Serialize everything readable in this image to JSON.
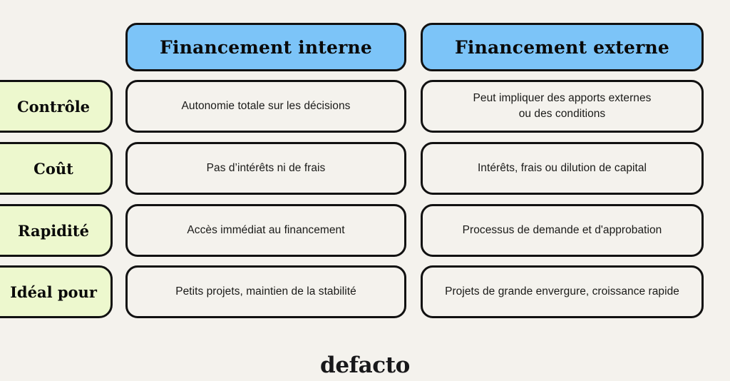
{
  "meta": {
    "background_color": "#F4F2ED",
    "header_color": "#7CC4F8",
    "label_color": "#EDF8CE",
    "border_color": "#111111",
    "text_color": "#1A1A18"
  },
  "headers": {
    "row_label_header": "",
    "columns": [
      {
        "label": "Financement interne"
      },
      {
        "label": "Financement externe"
      }
    ]
  },
  "rows": [
    {
      "label": "Contrôle",
      "internal": "Autonomie totale sur les décisions",
      "external": "Peut impliquer des apports externes\nou des conditions"
    },
    {
      "label": "Coût",
      "internal": "Pas d’intérêts ni de frais",
      "external": "Intérêts, frais ou dilution de capital"
    },
    {
      "label": "Rapidité",
      "internal": "Accès immédiat au financement",
      "external": "Processus de demande et d'approbation"
    },
    {
      "label": "Idéal pour",
      "internal": "Petits projets, maintien de la stabilité",
      "external": "Projets de grande envergure, croissance rapide"
    }
  ],
  "footer": {
    "brand": "defacto"
  }
}
